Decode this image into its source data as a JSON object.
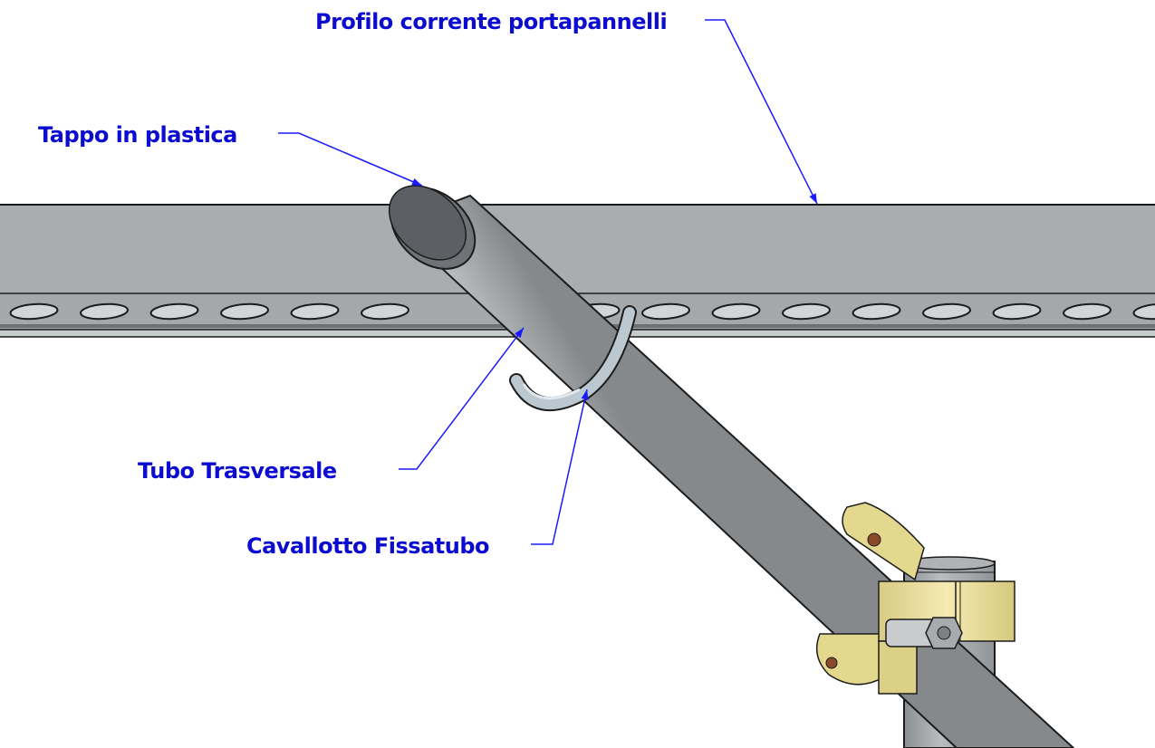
{
  "labels": {
    "profile": "Profilo corrente portapannelli",
    "cap": "Tappo in plastica",
    "tube": "Tubo Trasversale",
    "bracket": "Cavallotto Fissatubo"
  },
  "colors": {
    "label_text": "#0c0cd0",
    "leader": "#1a1aff",
    "profile_face": "#a8acae",
    "profile_dark": "#55595c",
    "tube": "#a9acaf",
    "clamp": "#e9dd98",
    "u_bolt": "#b9c5cc"
  }
}
